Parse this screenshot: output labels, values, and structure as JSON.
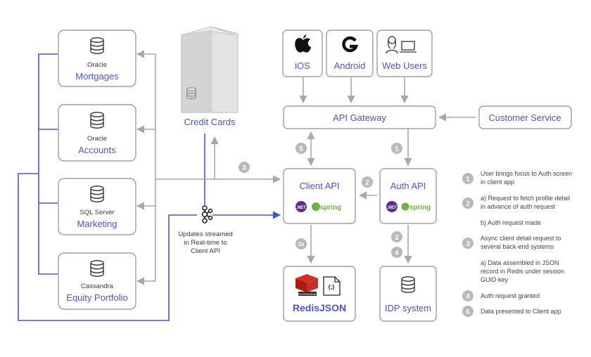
{
  "colors": {
    "blue": "#4a55c7",
    "gray_arrow": "#a8a8a8",
    "box_border": "#8e8e8e",
    "badge": "#b9b9b9"
  },
  "sources": [
    {
      "db": "Oracle",
      "name": "Mortgages",
      "icon": "database-icon"
    },
    {
      "db": "Oracle",
      "name": "Accounts",
      "icon": "database-icon"
    },
    {
      "db": "SQL Server",
      "name": "Marketing",
      "icon": "database-icon"
    },
    {
      "db": "Cassandra",
      "name": "Equity Portfolio",
      "icon": "database-icon"
    }
  ],
  "credit_cards": {
    "label": "Credit Cards",
    "icon": "server-rack-icon"
  },
  "stream": {
    "icon": "kafka-icon",
    "caption": [
      "Updates streamed",
      "in Real-time to",
      "Client API"
    ]
  },
  "clients": [
    {
      "label": "iOS",
      "icon": "apple-icon"
    },
    {
      "label": "Android",
      "icon": "google-icon"
    },
    {
      "label": "Web Users",
      "icon": "web-user-icon"
    }
  ],
  "api_gateway": "API Gateway",
  "customer_service": "Customer Service",
  "client_api": {
    "label": "Client API",
    "badges": [
      ".NET",
      "spring"
    ]
  },
  "auth_api": {
    "label": "Auth API",
    "badges": [
      ".NET",
      "spring"
    ]
  },
  "redis": {
    "label": "RedisJSON",
    "enterprise": "ENTERPRISE",
    "json_icon": "{;}"
  },
  "idp": {
    "label": "IDP system",
    "icon": "database-icon"
  },
  "step_badges": {
    "s5": "5",
    "s1": "1",
    "s3": "3",
    "s2a": "2",
    "s3a": "3a",
    "s2b": "2",
    "s4": "4"
  },
  "legend": [
    {
      "num": "1",
      "lines": [
        "User brings focus to Auth screen",
        "in client app"
      ]
    },
    {
      "num": "2",
      "lines": [
        "a) Request to fetch profile detail",
        "in advance of auth request"
      ]
    },
    {
      "num": "",
      "lines": [
        "b) Auth request made"
      ]
    },
    {
      "num": "3",
      "lines": [
        "Async client detail request to",
        "several back-end systems"
      ]
    },
    {
      "num": "",
      "lines": [
        "a) Data assembled in JSON",
        "record in Redis under session",
        "GUID key"
      ]
    },
    {
      "num": "4",
      "lines": [
        "Auth request granted"
      ]
    },
    {
      "num": "5",
      "lines": [
        "Data presented to Client app"
      ]
    }
  ]
}
